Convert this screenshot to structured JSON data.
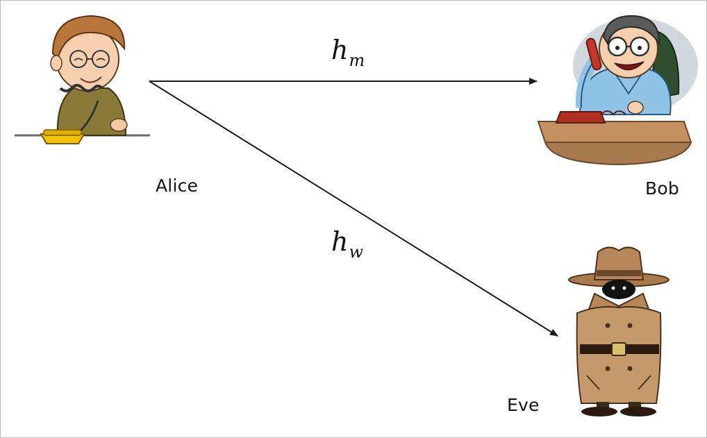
{
  "nodes": {
    "alice": {
      "label": "Alice",
      "icon": "alice-telephone-icon"
    },
    "bob": {
      "label": "Bob",
      "icon": "bob-telephone-icon"
    },
    "eve": {
      "label": "Eve",
      "icon": "eve-spy-icon"
    }
  },
  "edges": {
    "alice_bob": {
      "symbol": "h",
      "subscript": "m"
    },
    "alice_eve": {
      "symbol": "h",
      "subscript": "w"
    }
  },
  "colors": {
    "arrow": "#1a1a1a",
    "alice_jacket": "#8a7a3a",
    "bob_shirt": "#8fc3e8",
    "eve_coat": "#c49a6c"
  }
}
